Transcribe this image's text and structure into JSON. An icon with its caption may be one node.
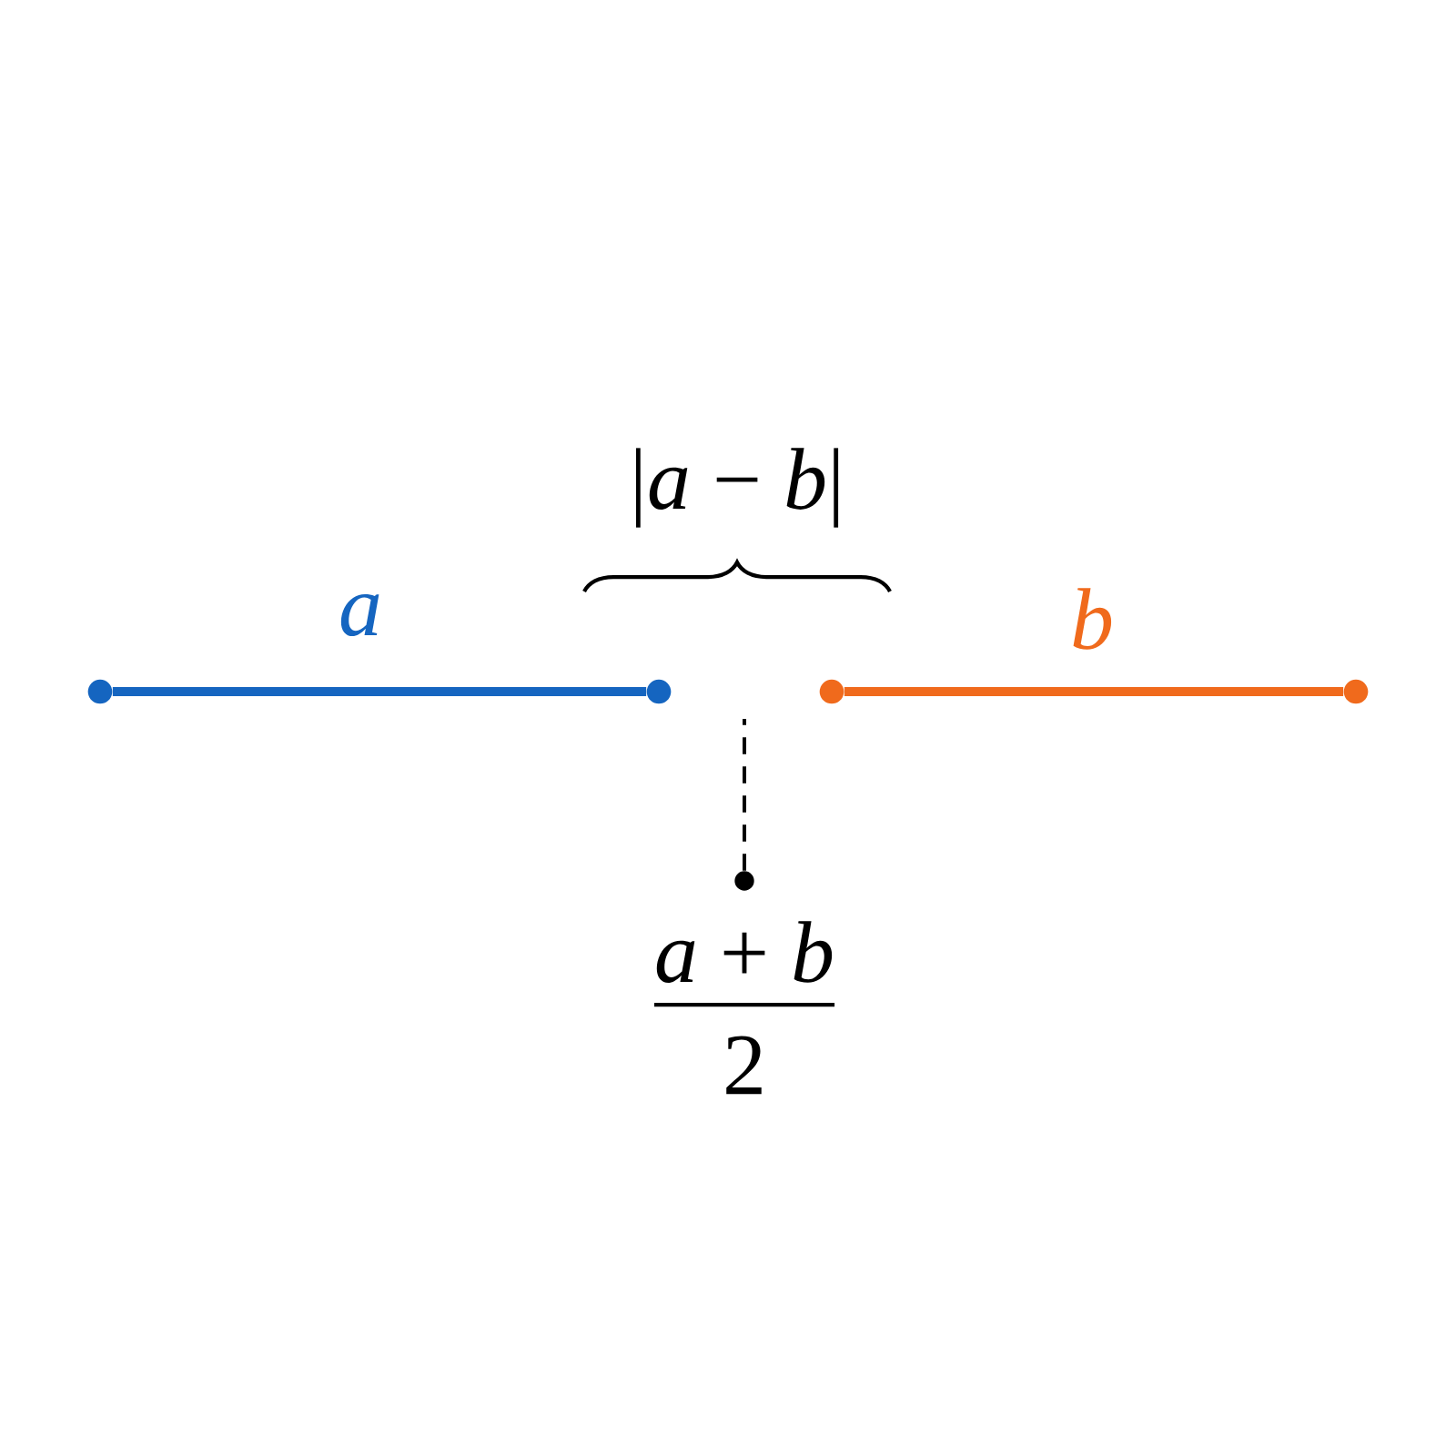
{
  "diagram": {
    "nodes": [
      {
        "text": [],
        "shape": "circle"
      },
      {
        "text": [],
        "shape": "circle"
      },
      {
        "text": [],
        "shape": "circle"
      },
      {
        "text": [],
        "shape": "circle"
      },
      {
        "text": [],
        "shape": "circle",
        "beside": [
          "*a* + *b*",
          "2"
        ]
      }
    ],
    "edges": [
      {
        "from": 0,
        "to": 1,
        "arrow": "none",
        "label": "a",
        "color": "#1565c0"
      },
      {
        "from": 2,
        "to": 3,
        "arrow": "none",
        "label": "b",
        "color": "#f06a1c"
      },
      {
        "from": 4,
        "to": null,
        "arrow": "none",
        "style": "dashed",
        "color": "#000000"
      }
    ],
    "labels": [
      "|*a* − *b*|"
    ]
  }
}
